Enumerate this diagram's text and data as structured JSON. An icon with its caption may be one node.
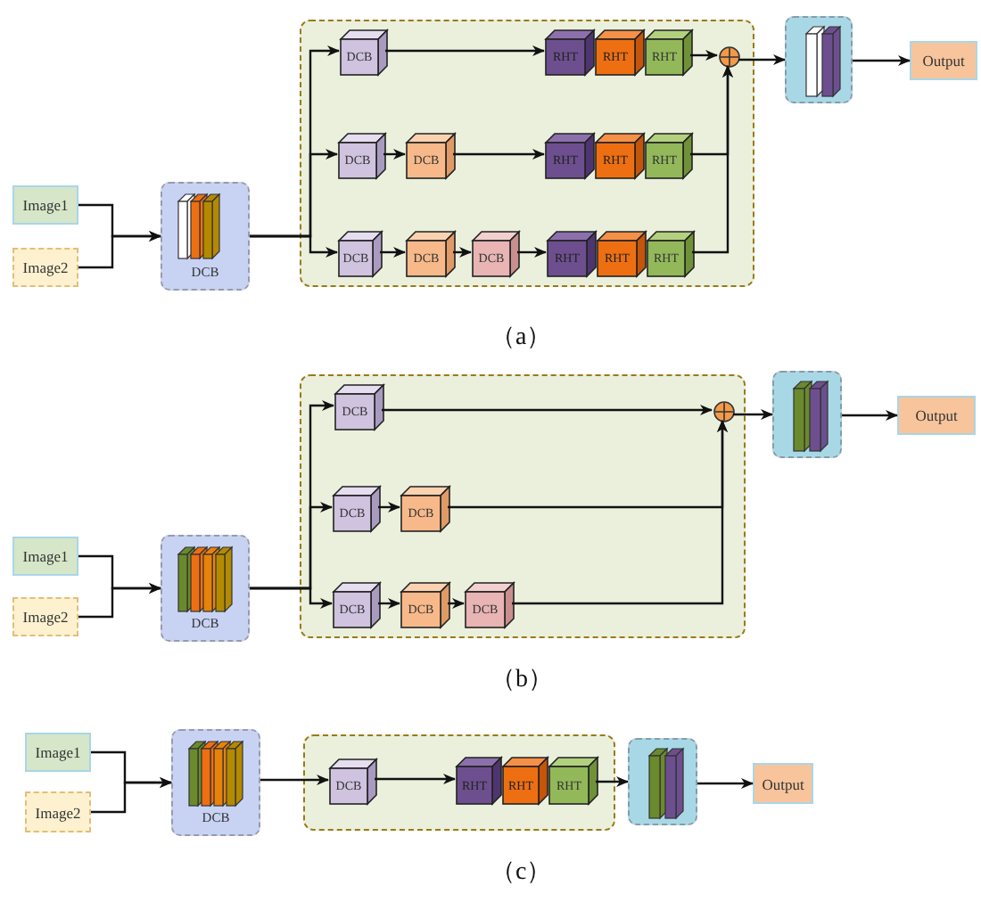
{
  "diagram": {
    "nodes": [
      {
        "text": [
          "Image1"
        ]
      },
      {
        "text": [
          "Image2"
        ]
      },
      {
        "text": [
          "DCB"
        ]
      },
      {
        "text": [],
        "shape": "box"
      },
      {
        "text": [
          "DCB"
        ],
        "in": 3
      },
      {
        "text": [
          "RHT"
        ],
        "in": 3
      },
      {
        "text": [
          "RHT"
        ],
        "in": 3
      },
      {
        "text": [
          "RHT"
        ],
        "in": 3
      },
      {
        "text": [],
        "shape": "circle",
        "in": 3
      },
      {
        "text": [
          "DCB"
        ],
        "in": 3
      },
      {
        "text": [
          "DCB"
        ],
        "in": 3
      },
      {
        "text": [
          "RHT"
        ],
        "in": 3
      },
      {
        "text": [
          "RHT"
        ],
        "in": 3
      },
      {
        "text": [
          "RHT"
        ],
        "in": 3
      },
      {
        "text": [
          "DCB"
        ],
        "in": 3
      },
      {
        "text": [
          "DCB"
        ],
        "in": 3
      },
      {
        "text": [
          "DCB"
        ],
        "in": 3
      },
      {
        "text": [
          "RHT"
        ],
        "in": 3
      },
      {
        "text": [
          "RHT"
        ],
        "in": 3
      },
      {
        "text": [
          "RHT"
        ],
        "in": 3
      },
      {
        "text": [],
        "shape": "box"
      },
      {
        "text": [
          "Output"
        ]
      },
      {
        "text": [
          "Image1"
        ]
      },
      {
        "text": [
          "Image2"
        ]
      },
      {
        "text": [
          "DCB"
        ]
      },
      {
        "text": [],
        "shape": "box"
      },
      {
        "text": [
          "DCB"
        ],
        "in": 25
      },
      {
        "text": [],
        "shape": "circle",
        "in": 25
      },
      {
        "text": [
          "DCB"
        ],
        "in": 25
      },
      {
        "text": [
          "DCB"
        ],
        "in": 25
      },
      {
        "text": [
          "DCB"
        ],
        "in": 25
      },
      {
        "text": [
          "DCB"
        ],
        "in": 25
      },
      {
        "text": [
          "DCB"
        ],
        "in": 25
      },
      {
        "text": [],
        "shape": "box"
      },
      {
        "text": [
          "Output"
        ]
      },
      {
        "text": [
          "Image1"
        ]
      },
      {
        "text": [
          "Image2"
        ]
      },
      {
        "text": [
          "DCB"
        ]
      },
      {
        "text": [],
        "shape": "box"
      },
      {
        "text": [
          "DCB"
        ],
        "in": 38
      },
      {
        "text": [
          "RHT"
        ],
        "in": 38
      },
      {
        "text": [
          "RHT"
        ],
        "in": 38
      },
      {
        "text": [
          "RHT"
        ],
        "in": 38
      },
      {
        "text": [],
        "shape": "box"
      },
      {
        "text": [
          "Output"
        ]
      }
    ],
    "edges": [
      {
        "from": 0,
        "to": 2,
        "arrow": "to"
      },
      {
        "from": 1,
        "to": 2,
        "arrow": "to"
      },
      {
        "from": 2,
        "to": 4,
        "arrow": "to"
      },
      {
        "from": 2,
        "to": 9,
        "arrow": "to"
      },
      {
        "from": 2,
        "to": 14,
        "arrow": "to"
      },
      {
        "from": 4,
        "to": 5,
        "arrow": "to"
      },
      {
        "from": 7,
        "to": 8,
        "arrow": "to"
      },
      {
        "from": 9,
        "to": 10,
        "arrow": "to"
      },
      {
        "from": 10,
        "to": 11,
        "arrow": "to"
      },
      {
        "from": 13,
        "to": 8,
        "arrow": "to"
      },
      {
        "from": 14,
        "to": 15,
        "arrow": "to"
      },
      {
        "from": 15,
        "to": 16,
        "arrow": "to"
      },
      {
        "from": 16,
        "to": 17,
        "arrow": "to"
      },
      {
        "from": 19,
        "to": 8,
        "arrow": "to"
      },
      {
        "from": 8,
        "to": 20,
        "arrow": "to"
      },
      {
        "from": 20,
        "to": 21,
        "arrow": "to"
      },
      {
        "from": 22,
        "to": 24,
        "arrow": "to"
      },
      {
        "from": 23,
        "to": 24,
        "arrow": "to"
      },
      {
        "from": 24,
        "to": 26,
        "arrow": "to"
      },
      {
        "from": 24,
        "to": 28,
        "arrow": "to"
      },
      {
        "from": 24,
        "to": 30,
        "arrow": "to"
      },
      {
        "from": 26,
        "to": 27,
        "arrow": "to"
      },
      {
        "from": 28,
        "to": 29,
        "arrow": "to"
      },
      {
        "from": 29,
        "to": 27,
        "arrow": "to"
      },
      {
        "from": 30,
        "to": 31,
        "arrow": "to"
      },
      {
        "from": 31,
        "to": 32,
        "arrow": "to"
      },
      {
        "from": 32,
        "to": 27,
        "arrow": "to"
      },
      {
        "from": 27,
        "to": 33,
        "arrow": "to"
      },
      {
        "from": 33,
        "to": 34,
        "arrow": "to"
      },
      {
        "from": 35,
        "to": 37,
        "arrow": "to"
      },
      {
        "from": 36,
        "to": 37,
        "arrow": "to"
      },
      {
        "from": 37,
        "to": 39,
        "arrow": "to"
      },
      {
        "from": 39,
        "to": 40,
        "arrow": "to"
      },
      {
        "from": 42,
        "to": 43,
        "arrow": "to"
      },
      {
        "from": 43,
        "to": 44,
        "arrow": "to"
      }
    ],
    "labels": [
      "（a）",
      "（b）",
      "（c）"
    ]
  }
}
